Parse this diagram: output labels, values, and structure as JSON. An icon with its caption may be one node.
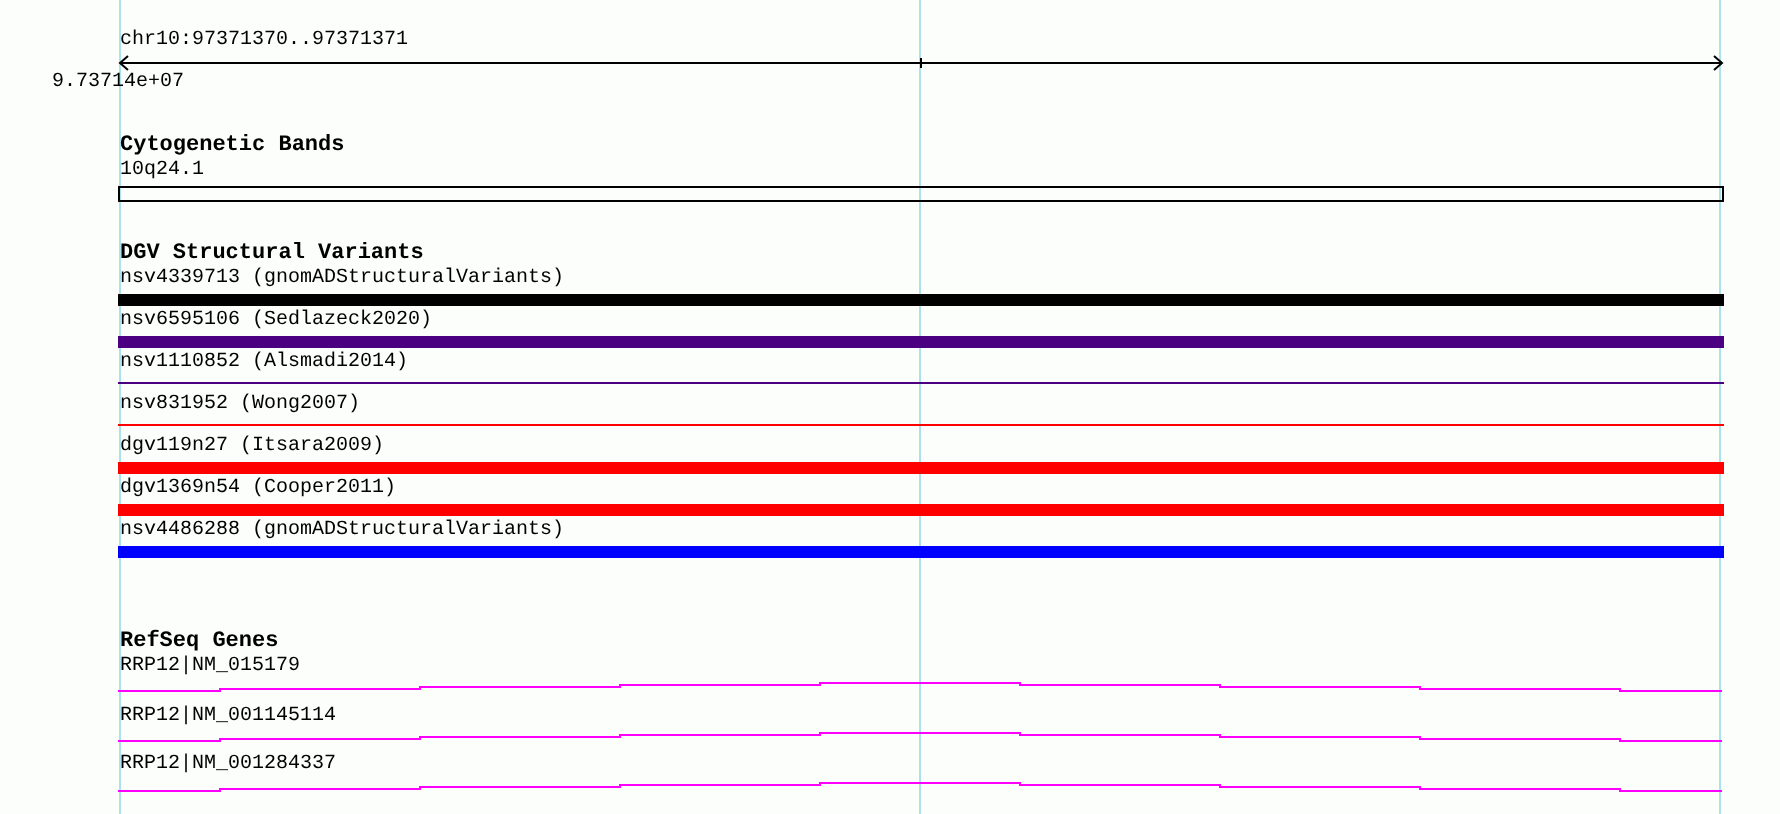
{
  "diagram": {
    "nodes": [
      {
        "text": [
          "10q24.1"
        ]
      },
      {
        "text": [
          "nsv4339713 (gnomADStructuralVariants)"
        ]
      },
      {
        "text": [
          "nsv6595106 (Sedlazeck2020)"
        ]
      },
      {
        "text": [
          "nsv1110852 (Alsmadi2014)"
        ]
      },
      {
        "text": [
          "nsv831952 (Wong2007)"
        ]
      },
      {
        "text": [
          "dgv119n27 (Itsara2009)"
        ]
      },
      {
        "text": [
          "dgv1369n54 (Cooper2011)"
        ]
      },
      {
        "text": [
          "nsv4486288 (gnomADStructuralVariants)"
        ]
      },
      {
        "text": [
          "RRP12|NM_015179"
        ]
      },
      {
        "text": [
          "RRP12|NM_001145114"
        ]
      },
      {
        "text": [
          "RRP12|NM_001284337"
        ]
      }
    ],
    "labels": [
      "chr10:97371370..97371371",
      "9.73714e+07",
      "Cytogenetic Bands",
      "DGV Structural Variants",
      "RefSeq Genes"
    ]
  }
}
